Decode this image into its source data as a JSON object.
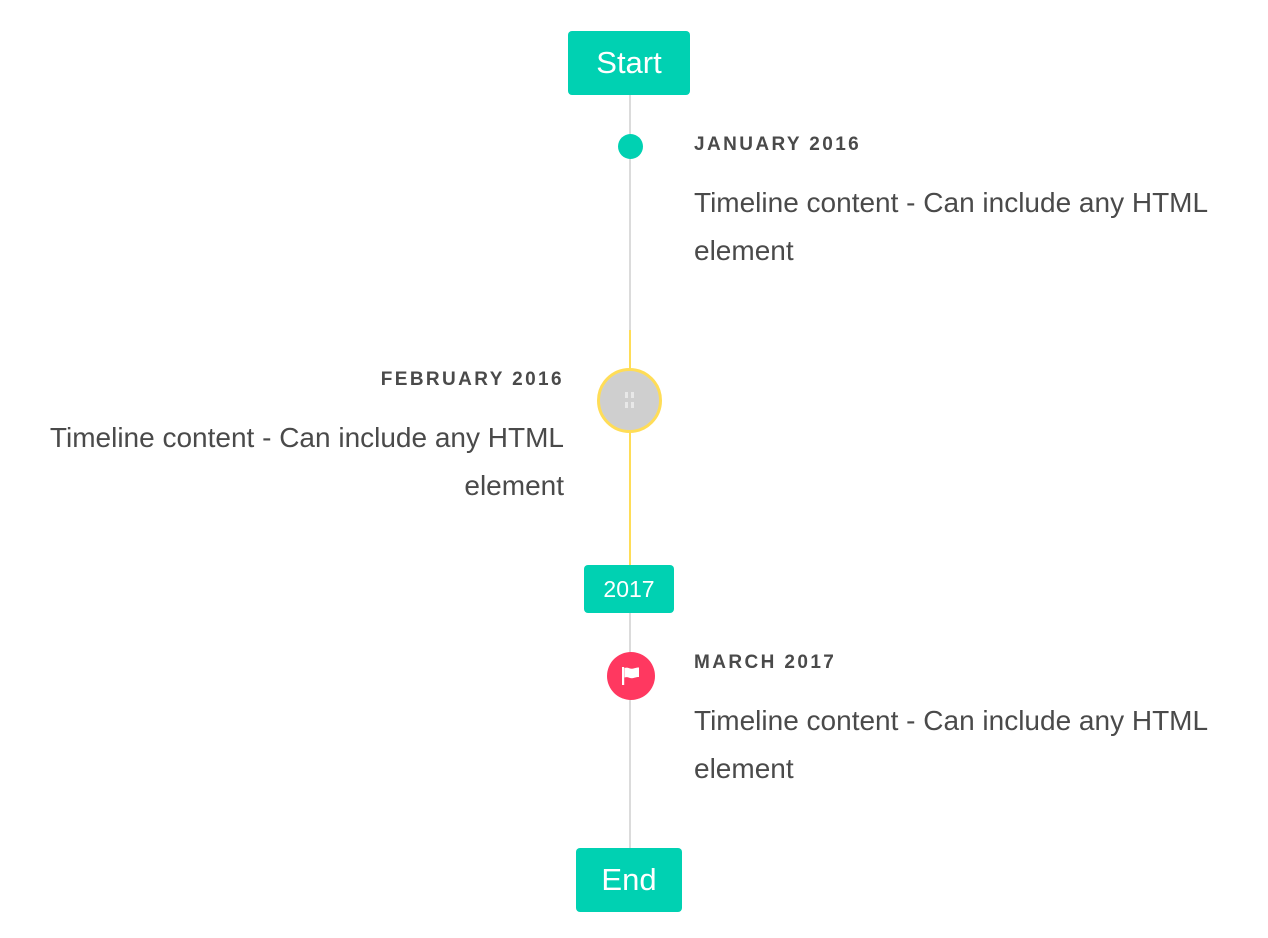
{
  "timeline": {
    "start_label": "Start",
    "end_label": "End",
    "year_label": "2017",
    "items": [
      {
        "heading": "JANUARY 2016",
        "content": "Timeline content - Can include any HTML element",
        "marker": "dot"
      },
      {
        "heading": "FEBRUARY 2016",
        "content": "Timeline content - Can include any HTML element",
        "marker": "image-placeholder-icon"
      },
      {
        "heading": "MARCH 2017",
        "content": "Timeline content - Can include any HTML element",
        "marker": "flag-icon"
      }
    ]
  },
  "colors": {
    "primary": "#00d1b2",
    "warning": "#ffdd57",
    "danger": "#ff3860",
    "line": "#dbdbdb",
    "placeholder": "#cfcfcf",
    "text": "#4a4a4a"
  }
}
